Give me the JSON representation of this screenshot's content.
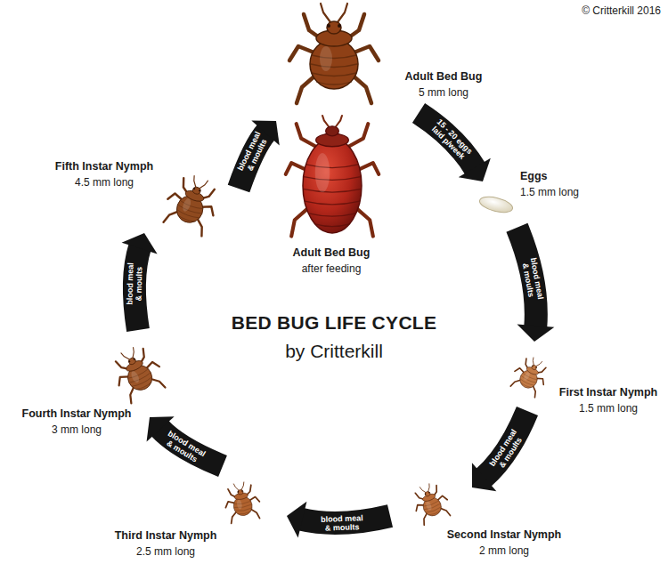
{
  "diagram": {
    "title": "BED BUG LIFE CYCLE",
    "nodes": [
      {
        "text": [
          "Adult Bed Bug",
          "5 mm long"
        ]
      },
      {
        "text": [
          "Adult Bed Bug",
          "after feeding"
        ]
      },
      {
        "text": [
          "Eggs",
          "1.5 mm long"
        ]
      },
      {
        "text": [
          "First Instar Nymph",
          "1.5 mm long"
        ]
      },
      {
        "text": [
          "Second Instar Nymph",
          "2 mm long"
        ]
      },
      {
        "text": [
          "Third Instar Nymph",
          "2.5 mm long"
        ]
      },
      {
        "text": [
          "Fourth Instar Nymph",
          "3 mm long"
        ]
      },
      {
        "text": [
          "Fifth Instar Nymph",
          "4.5 mm long"
        ]
      }
    ],
    "edges": [
      {
        "from": 0,
        "to": 2,
        "arrow": "to",
        "label": "15 - 20 eggs laid p/week"
      },
      {
        "from": 2,
        "to": 3,
        "arrow": "to",
        "label": "blood meal & moults"
      },
      {
        "from": 3,
        "to": 4,
        "arrow": "to",
        "label": "blood meal & moults"
      },
      {
        "from": 4,
        "to": 5,
        "arrow": "to",
        "label": "blood meal & moults"
      },
      {
        "from": 5,
        "to": 6,
        "arrow": "to",
        "label": "blood meal & moults"
      },
      {
        "from": 6,
        "to": 7,
        "arrow": "to",
        "label": "blood meal & moults"
      },
      {
        "from": 7,
        "to": 0,
        "arrow": "to",
        "label": "blood meal & moults"
      }
    ],
    "labels": [
      "by Critterkill",
      "© Critterkill 2016"
    ]
  }
}
